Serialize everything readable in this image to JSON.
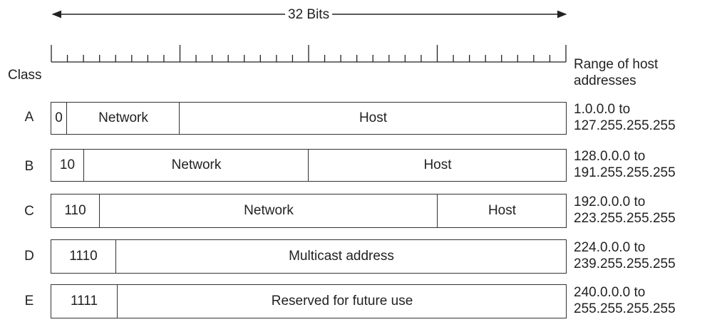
{
  "header": {
    "bits_label": "32 Bits",
    "class_header": "Class",
    "range_header_line1": "Range of host",
    "range_header_line2": "addresses"
  },
  "rows": [
    {
      "class": "A",
      "prefix": "0",
      "fields": [
        "Network",
        "Host"
      ],
      "range_start": "1.0.0.0 to",
      "range_end": "127.255.255.255"
    },
    {
      "class": "B",
      "prefix": "10",
      "fields": [
        "Network",
        "Host"
      ],
      "range_start": "128.0.0.0 to",
      "range_end": "191.255.255.255"
    },
    {
      "class": "C",
      "prefix": "110",
      "fields": [
        "Network",
        "Host"
      ],
      "range_start": "192.0.0.0 to",
      "range_end": "223.255.255.255"
    },
    {
      "class": "D",
      "prefix": "1110",
      "fields": [
        "Multicast address"
      ],
      "range_start": "224.0.0.0 to",
      "range_end": "239.255.255.255"
    },
    {
      "class": "E",
      "prefix": "1111",
      "fields": [
        "Reserved for future use"
      ],
      "range_start": "240.0.0.0 to",
      "range_end": "255.255.255.255"
    }
  ]
}
